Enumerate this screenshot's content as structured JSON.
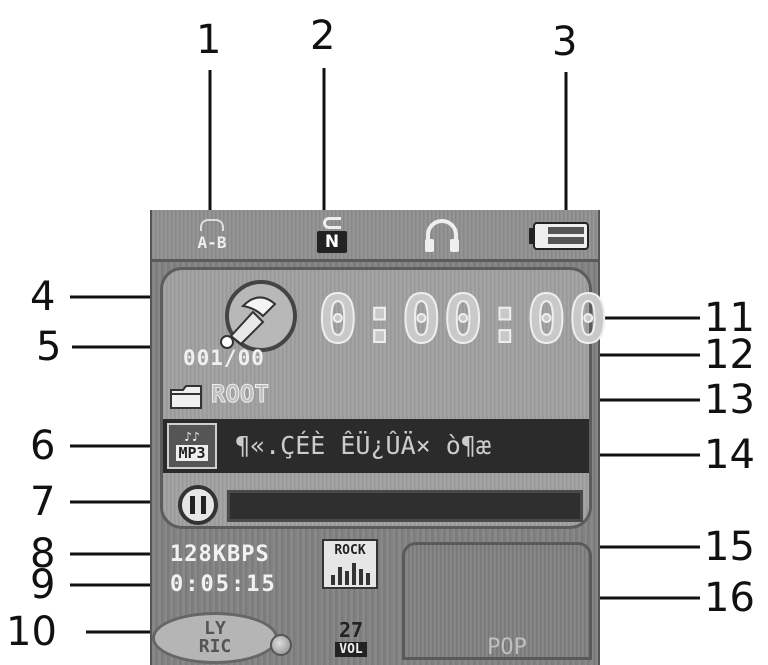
{
  "callouts": [
    "1",
    "2",
    "3",
    "4",
    "5",
    "6",
    "7",
    "8",
    "9",
    "10",
    "11",
    "12",
    "13",
    "14",
    "15",
    "16"
  ],
  "status_bar": {
    "ab_label": "A-B",
    "play_mode_label": "N",
    "icons": [
      "ab-repeat-icon",
      "play-mode-icon",
      "headphone-icon",
      "battery-icon"
    ]
  },
  "player": {
    "time": "0:00:00",
    "track_count": "001/00",
    "folder": "ROOT",
    "format_label": "MP3",
    "format_notes": "♪♪",
    "song_title": "¶«.ÇÉÈ  ÊÜ¿ÛÄ×  ò¶æ",
    "progress": 0,
    "bitrate": "128KBPS",
    "total_time": "0:05:15",
    "eq_label": "ROCK",
    "eq_name": "POP",
    "lyric_label_top": "LY",
    "lyric_label_bottom": "RIC",
    "volume": "27",
    "volume_label": "VOL"
  }
}
